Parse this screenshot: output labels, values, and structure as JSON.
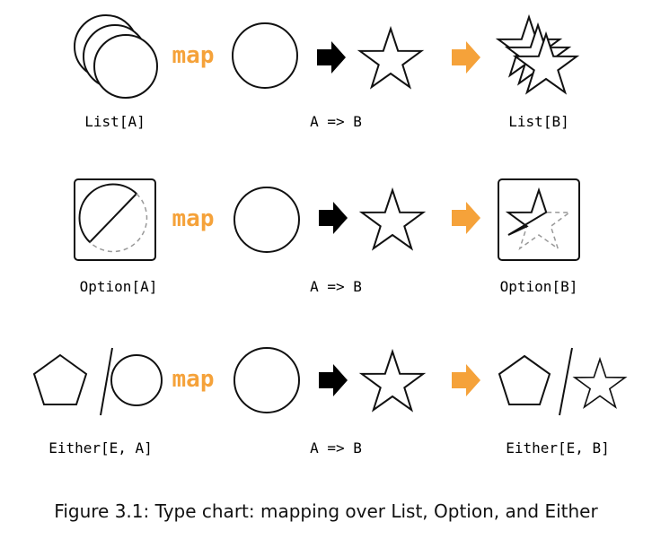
{
  "rows": [
    {
      "name": "list",
      "input_label": "List[A]",
      "map_word": "map",
      "function_label": "A => B",
      "output_label": "List[B]"
    },
    {
      "name": "option",
      "input_label": "Option[A]",
      "map_word": "map",
      "function_label": "A => B",
      "output_label": "Option[B]"
    },
    {
      "name": "either",
      "input_label": "Either[E, A]",
      "map_word": "map",
      "function_label": "A => B",
      "output_label": "Either[E, B]"
    }
  ],
  "caption": "Figure 3.1: Type chart: mapping over List, Option, and Either",
  "colors": {
    "map_accent": "#f5a23a",
    "function_arrow": "#000000",
    "result_arrow": "#f5a23a",
    "outline": "#111111",
    "dashed_outline": "#999999"
  },
  "icons": {
    "input_a": "circle",
    "output_b": "star",
    "error_e": "pentagon",
    "function_arrow": "right-arrow-black",
    "result_arrow": "right-arrow-orange"
  }
}
